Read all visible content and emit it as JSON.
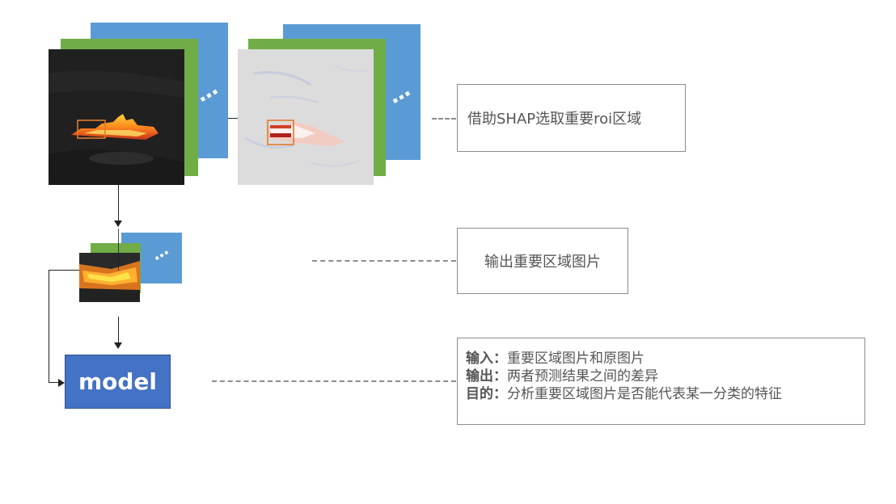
{
  "diagram": {
    "stack_ellipsis": "⋯",
    "labels": {
      "shap_step": "借助SHAP选取重要roi区域",
      "output_step": "输出重要区域图片"
    },
    "model": {
      "label": "model"
    },
    "info": {
      "input_key": "输入：",
      "input_value": "重要区域图片和原图片",
      "output_key": "输出：",
      "output_value": "两者预测结果之间的差异",
      "purpose_key": "目的：",
      "purpose_value": "分析重要区域图片是否能代表某一分类的特征"
    },
    "colors": {
      "stack_blue": "#5b9bd5",
      "stack_green": "#70ad47",
      "model_blue": "#4472c4",
      "roi_box": "#e07a2e"
    }
  }
}
